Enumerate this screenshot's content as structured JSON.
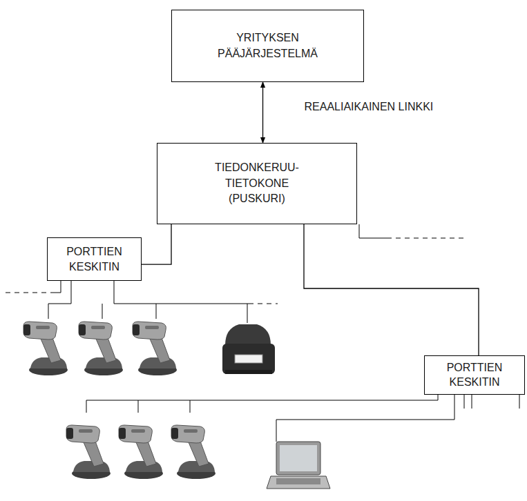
{
  "diagram": {
    "nodes": [
      {
        "text": [
          "YRITYKSEN PÄÄJÄRJESTELMÄ"
        ]
      },
      {
        "text": [
          "TIEDONKERUU- TIETOKONE (PUSKURI)"
        ]
      },
      {
        "text": [
          "PORTTIEN KESKITIN"
        ]
      },
      {
        "text": [
          "PORTTIEN KESKITIN"
        ]
      }
    ],
    "edges": [
      {
        "from": 0,
        "to": 1,
        "label": "REAALIAIKAINEN LINKKI",
        "arrow": "both"
      },
      {
        "from": 1,
        "to": 2,
        "arrow": "none"
      },
      {
        "from": 1,
        "to": 3,
        "arrow": "none"
      }
    ]
  }
}
